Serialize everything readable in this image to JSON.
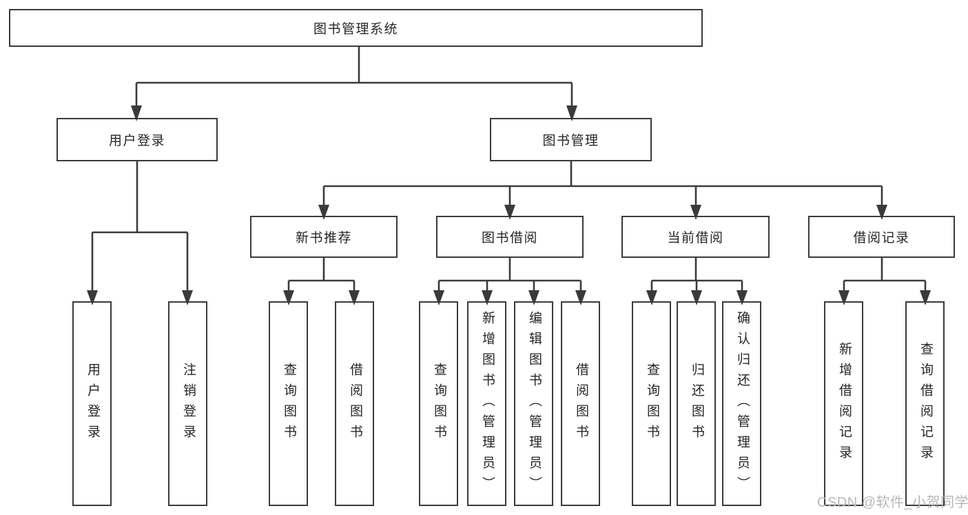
{
  "diagram": {
    "tree": {
      "label": "图书管理系统",
      "children": [
        {
          "label": "用户登录",
          "children": [
            {
              "label": "用户登录"
            },
            {
              "label": "注销登录"
            }
          ]
        },
        {
          "label": "图书管理",
          "children": [
            {
              "label": "新书推荐",
              "children": [
                {
                  "label": "查询图书"
                },
                {
                  "label": "借阅图书"
                }
              ]
            },
            {
              "label": "图书借阅",
              "children": [
                {
                  "label": "查询图书"
                },
                {
                  "label": "新增图书（管理员）"
                },
                {
                  "label": "编辑图书（管理员）"
                },
                {
                  "label": "借阅图书"
                }
              ]
            },
            {
              "label": "当前借阅",
              "children": [
                {
                  "label": "查询图书"
                },
                {
                  "label": "归还图书"
                },
                {
                  "label": "确认归还（管理员）"
                }
              ]
            },
            {
              "label": "借阅记录",
              "children": [
                {
                  "label": "新增借阅记录"
                },
                {
                  "label": "查询借阅记录"
                }
              ]
            }
          ]
        }
      ]
    },
    "colors": {
      "line": "#3a3a3a",
      "box_border": "#3a3a3a",
      "box_fill": "#ffffff",
      "text": "#262626",
      "watermark": "#b7b7b7"
    }
  },
  "watermark": {
    "text": "CSDN @软件_小贺同学"
  }
}
